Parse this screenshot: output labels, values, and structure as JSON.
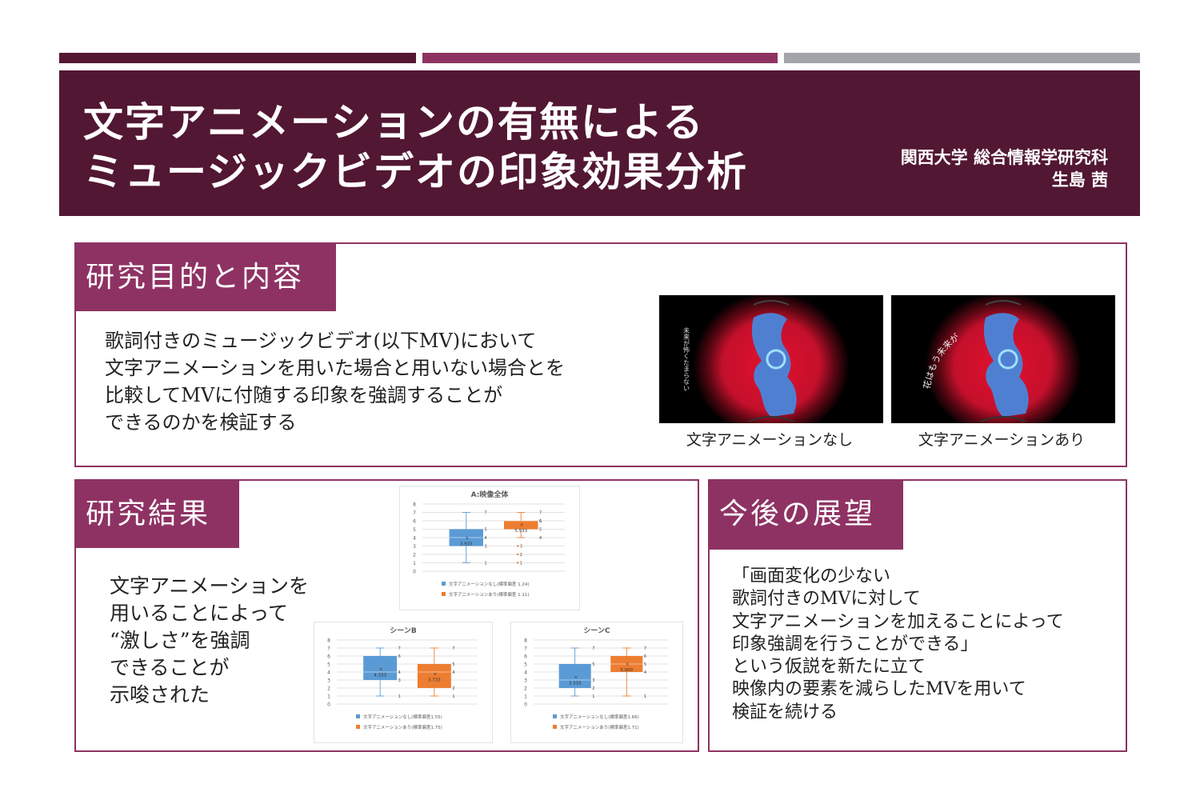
{
  "header": {
    "title_line1": "文字アニメーションの有無による",
    "title_line2": "ミュージックビデオの印象効果分析",
    "affiliation": "関西大学 総合情報学研究科",
    "author": "生島 茜"
  },
  "purpose": {
    "heading": "研究目的と内容",
    "lines": [
      "歌詞付きのミュージックビデオ(以下MV)において",
      "文字アニメーションを用いた場合と用いない場合とを",
      "比較してMVに付随する印象を強調することが",
      "できるのかを検証する"
    ],
    "video_caption_without": "文字アニメーションなし",
    "video_caption_with": "文字アニメーションあり",
    "video_lyric_vertical": "未来が怖くたまらない",
    "video_lyric_curved": "花はもう未来が"
  },
  "results": {
    "heading": "研究結果",
    "lines": [
      "文字アニメーションを",
      "用いることによって",
      "“激しさ”を強調",
      "できることが",
      "示唆された"
    ]
  },
  "future": {
    "heading": "今後の展望",
    "lines": [
      "「画面変化の少ない",
      "歌詞付きのMVに対して",
      "文字アニメーションを加えることによって",
      "印象強調を行うことができる」",
      "という仮説を新たに立て",
      "映像内の要素を減らしたMVを用いて",
      "検証を続ける"
    ]
  },
  "colors": {
    "dark": "#521733",
    "accent": "#8e3263",
    "gray": "#a2a3ab",
    "blue": "#5b9bd5",
    "orange": "#ed7d31"
  },
  "chart_data": [
    {
      "type": "boxplot",
      "title": "A:映像全体",
      "ylim": [
        0,
        8
      ],
      "yticks": [
        0,
        1,
        2,
        3,
        4,
        5,
        6,
        7,
        8
      ],
      "grid": true,
      "legend": "bottom",
      "series": [
        {
          "name": "文字アニメーションなし(標準偏差 1.24)",
          "color": "#5b9bd5",
          "min": 1,
          "q1": 3,
          "median": 4,
          "q3": 5,
          "max": 7,
          "mean": 3.933,
          "mean_label": "3.933",
          "outliers": []
        },
        {
          "name": "文字アニメーションあり(標準偏差 1.11)",
          "color": "#ed7d31",
          "min": 4,
          "q1": 5,
          "median": 6,
          "q3": 6,
          "max": 7,
          "mean": 5.533,
          "mean_label": "5.533",
          "outliers": [
            3,
            2,
            1
          ]
        }
      ]
    },
    {
      "type": "boxplot",
      "title": "シーンB",
      "ylim": [
        0,
        8
      ],
      "yticks": [
        0,
        1,
        2,
        3,
        4,
        5,
        6,
        7,
        8
      ],
      "grid": true,
      "legend": "bottom",
      "series": [
        {
          "name": "文字アニメーションなし(標準偏差1.55)",
          "color": "#5b9bd5",
          "min": 1,
          "q1": 3,
          "median": 4,
          "q3": 6,
          "max": 7,
          "mean": 4.333,
          "mean_label": "4.333",
          "outliers": []
        },
        {
          "name": "文字アニメーションあり(標準偏差1.75)",
          "color": "#ed7d31",
          "min": 1,
          "q1": 2,
          "median": 4,
          "q3": 5,
          "max": 7,
          "mean": 3.733,
          "mean_label": "3.733",
          "outliers": []
        }
      ]
    },
    {
      "type": "boxplot",
      "title": "シーンC",
      "ylim": [
        0,
        8
      ],
      "yticks": [
        0,
        1,
        2,
        3,
        4,
        5,
        6,
        7,
        8
      ],
      "grid": true,
      "legend": "bottom",
      "series": [
        {
          "name": "文字アニメーションなし(標準偏差1.66)",
          "color": "#5b9bd5",
          "min": 1,
          "q1": 2,
          "median": 3,
          "q3": 5,
          "max": 7,
          "mean": 3.333,
          "mean_label": "3.333",
          "outliers": []
        },
        {
          "name": "文字アニメーションあり(標準偏差1.71)",
          "color": "#ed7d31",
          "min": 1,
          "q1": 4,
          "median": 5,
          "q3": 6,
          "max": 7,
          "mean": 5.0,
          "mean_label": "5.000",
          "outliers": []
        }
      ]
    }
  ]
}
